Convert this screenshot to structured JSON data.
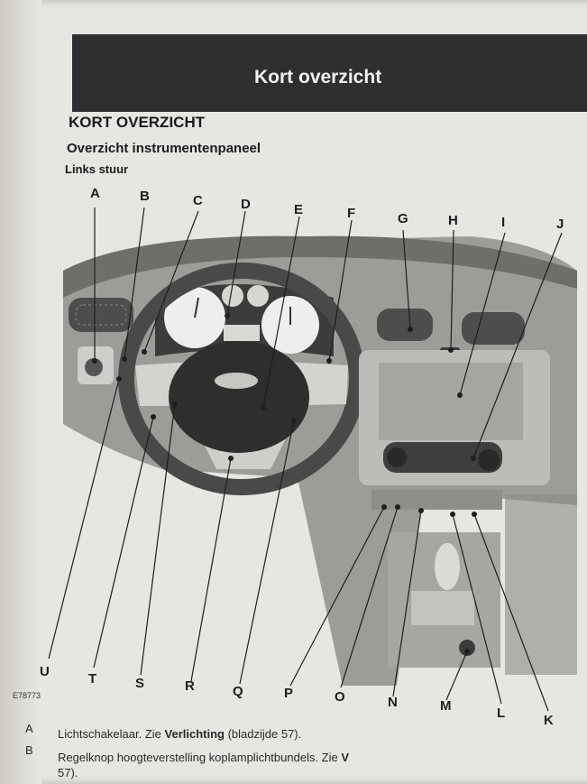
{
  "banner": {
    "title": "Kort overzicht"
  },
  "headings": {
    "section": "KORT OVERZICHT",
    "subsection": "Overzicht instrumentenpaneel",
    "subtitle": "Links stuur"
  },
  "figure": {
    "code": "E78773",
    "callouts_top": [
      "A",
      "B",
      "C",
      "D",
      "E",
      "F",
      "G",
      "H",
      "I",
      "J"
    ],
    "callouts_bottom": [
      "U",
      "T",
      "S",
      "R",
      "Q",
      "P",
      "O",
      "N",
      "M",
      "L",
      "K"
    ]
  },
  "footnotes": [
    {
      "letter": "A",
      "text": "Lichtschakelaar.  Zie ",
      "bold": "Verlichting",
      "after": " (bladzijde 57)."
    },
    {
      "letter": "B",
      "text": "Regelknop hoogteverstelling koplamplichtbundels.  Zie ",
      "bold": "V",
      "after": ""
    },
    {
      "letter": "",
      "text": "57).",
      "bold": "",
      "after": ""
    }
  ],
  "colors": {
    "banner": "#2f2f31",
    "paper": "#e7e6e2",
    "ink": "#1e1e1e"
  }
}
